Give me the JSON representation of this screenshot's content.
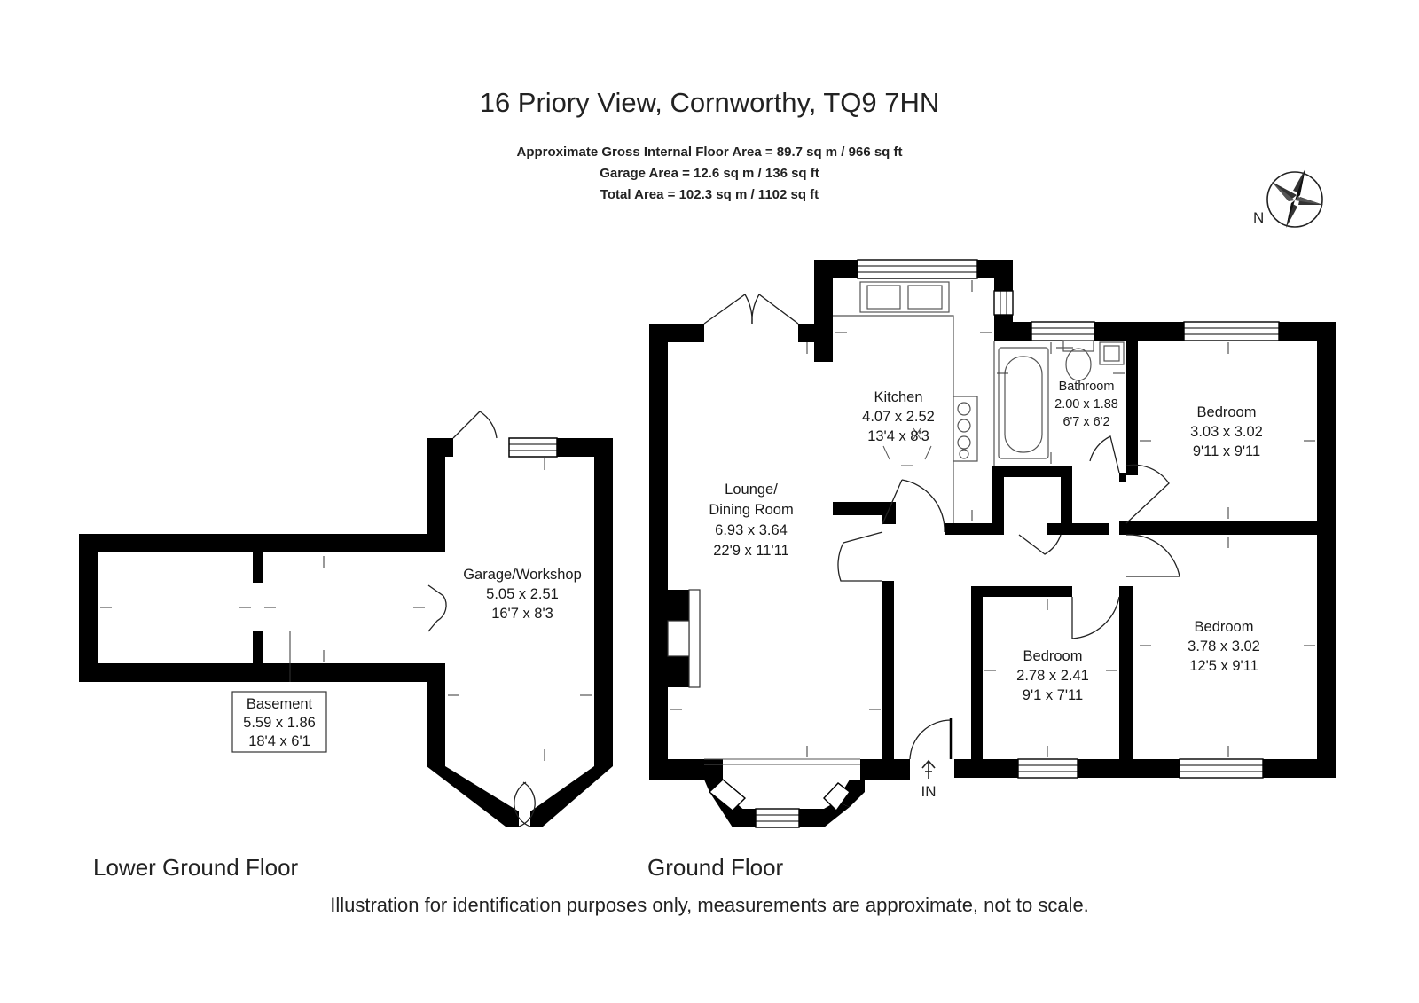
{
  "title": "16 Priory View, Cornworthy, TQ9 7HN",
  "areas": [
    "Approximate Gross Internal Floor Area  = 89.7 sq m / 966 sq ft",
    "Garage Area  = 12.6 sq m / 136 sq ft",
    "Total Area  = 102.3 sq m / 1102 sq ft"
  ],
  "compass_label": "N",
  "floors": [
    "Lower Ground Floor",
    "Ground Floor"
  ],
  "entrance_label": "IN",
  "rooms": {
    "basement": {
      "name": "Basement",
      "metric": "5.59 x 1.86",
      "imperial": "18'4 x 6'1"
    },
    "garage": {
      "name": "Garage/Workshop",
      "metric": "5.05 x 2.51",
      "imperial": "16'7 x 8'3"
    },
    "lounge": {
      "name1": "Lounge/",
      "name2": "Dining Room",
      "metric": "6.93 x 3.64",
      "imperial": "22'9 x 11'11"
    },
    "kitchen": {
      "name": "Kitchen",
      "metric": "4.07 x 2.52",
      "imperial": "13'4 x 8'3"
    },
    "bathroom": {
      "name": "Bathroom",
      "metric": "2.00 x 1.88",
      "imperial": "6'7 x 6'2"
    },
    "bedroom_ne": {
      "name": "Bedroom",
      "metric": "3.03 x 3.02",
      "imperial": "9'11 x 9'11"
    },
    "bedroom_se": {
      "name": "Bedroom",
      "metric": "3.78 x 3.02",
      "imperial": "12'5 x 9'11"
    },
    "bedroom_s": {
      "name": "Bedroom",
      "metric": "2.78 x 2.41",
      "imperial": "9'1 x 7'11"
    }
  },
  "disclaimer": "Illustration for identification purposes only, measurements are approximate, not to scale.",
  "colors": {
    "wall": "#000000",
    "text": "#1a1a1a",
    "line": "#555555"
  }
}
